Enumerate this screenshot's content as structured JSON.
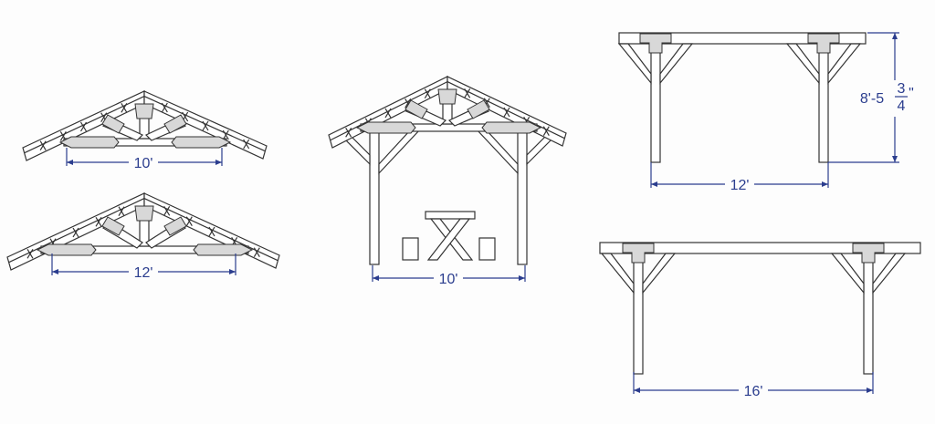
{
  "colors": {
    "dimension": "#2b3d8e",
    "lines": "#333333"
  },
  "views": [
    {
      "id": "truss-10",
      "dimension_label": "10'"
    },
    {
      "id": "truss-12",
      "dimension_label": "12'"
    },
    {
      "id": "front-elevation",
      "dimension_label": "10'"
    },
    {
      "id": "side-elevation-12",
      "dimension_label": "12'",
      "height_label_whole": "8'-5",
      "height_label_num": "3",
      "height_label_den": "4",
      "height_label_unit": "\""
    },
    {
      "id": "side-elevation-16",
      "dimension_label": "16'"
    }
  ]
}
